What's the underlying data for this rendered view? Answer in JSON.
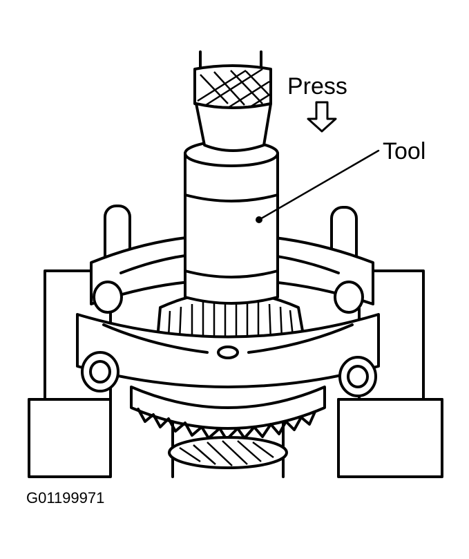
{
  "labels": {
    "press": "Press",
    "tool": "Tool"
  },
  "figure_id": "G01199971",
  "colors": {
    "line": "#000000",
    "background": "#ffffff"
  }
}
